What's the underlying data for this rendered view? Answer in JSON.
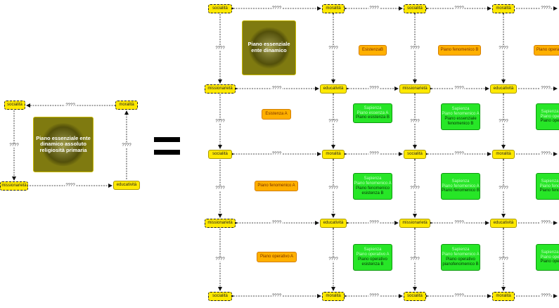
{
  "equals_symbol": "=",
  "edge_label": "????",
  "left": {
    "center": "Piano essenziale ente dinamico assoluto religiosità primaria",
    "nodes": {
      "tl": "socialità",
      "tr": "moralità",
      "bl": "missionarietà",
      "br": "educatività"
    }
  },
  "right": {
    "top_center": "Piano essenziale ente dinamico",
    "rows": [
      [
        "socialità",
        "moralità",
        "socialità",
        "moralità"
      ],
      [
        "missionarietà",
        "educatività",
        "missionarietà",
        "educatività"
      ],
      [
        "socialità",
        "moralità",
        "socialità",
        "moralità"
      ],
      [
        "missionarietà",
        "educatività",
        "missionarietà",
        "educatività"
      ],
      [
        "socialità",
        "moralità",
        "socialità",
        "moralità"
      ]
    ],
    "dashed": [
      [
        true,
        true,
        true,
        true
      ],
      [
        true,
        false,
        false,
        false
      ],
      [
        false,
        false,
        false,
        false
      ],
      [
        true,
        false,
        false,
        false
      ],
      [
        true,
        true,
        true,
        true
      ]
    ],
    "orange_top": [
      "EsistenzaB",
      "Piano fenomenico B",
      "Piano opera"
    ],
    "orange_left": [
      "Esistenza A",
      "Piano fenomenico A",
      "Piano operativo A"
    ],
    "green": [
      [
        {
          "s": "Sapienza",
          "d": "Piano essenza A"
        },
        {
          "s": "Sapienza",
          "d": "Piano fenomenico A"
        },
        {
          "s": "Sapienza",
          "d": "Piano ope"
        }
      ],
      [
        {
          "s": "Sapienza",
          "d": "Piano fenomenico A"
        },
        {
          "s": "Sapienza",
          "d": "Piano fenomenico A"
        },
        {
          "s": "Sapienza",
          "d": "Piano feno"
        }
      ],
      [
        {
          "s": "Sapienza",
          "d": "Piano operativo A"
        },
        {
          "s": "Sapienza",
          "d": "Piano fenomenico A"
        },
        {
          "s": "Sapienza",
          "d": "Piano ope"
        }
      ]
    ],
    "green_sub": [
      [
        "Piano esistenza B",
        "Piano essenziale fenomenico B",
        "Piano ope"
      ],
      [
        "Piano fenomenico esistenza B",
        "Piano fenomenico B",
        "Piano feno"
      ],
      [
        "Piano operativo esistenza B",
        "Piano operativo pianofenomenico B",
        "Piano ope"
      ]
    ]
  }
}
